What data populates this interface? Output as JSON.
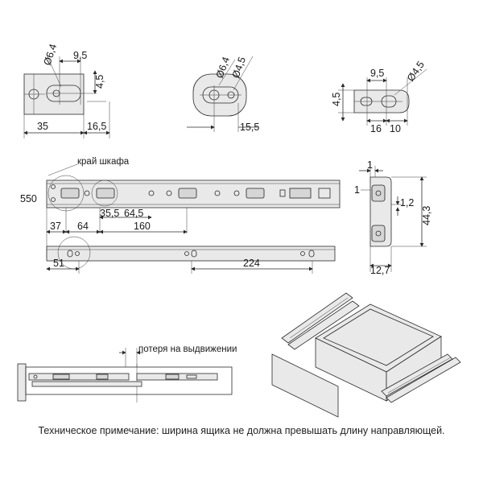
{
  "views": {
    "view1": {
      "hole_d": "Ø6,4",
      "top": "9,5",
      "height": "4,5",
      "left": "35",
      "right": "16,5"
    },
    "view2": {
      "hole_d1": "Ø6,4",
      "hole_d2": "Ø4,5",
      "width": "15,5"
    },
    "view3": {
      "top": "9,5",
      "hole_d": "Ø4,5",
      "height": "4,5",
      "left": "16",
      "right": "10"
    }
  },
  "rail": {
    "length": "550",
    "edge_label": "край шкафа",
    "dims_top": [
      "35,5",
      "64,5",
      "160"
    ],
    "dims_mid": [
      "37",
      "64"
    ],
    "dims_bottom": [
      "51",
      "224"
    ]
  },
  "profile": {
    "d1": "1",
    "d2": "1",
    "d3": "1,2",
    "height": "44,3",
    "width": "12,7"
  },
  "loss_label": "потеря на выдвижении",
  "note": "Техническое примечание: ширина ящика не должна превышать длину направляющей."
}
